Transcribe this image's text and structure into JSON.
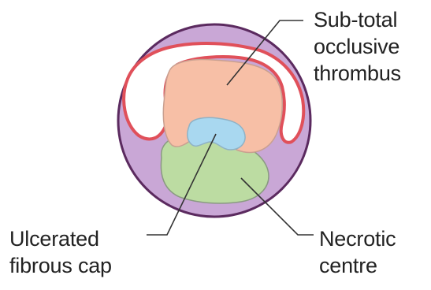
{
  "labels": {
    "thrombus": [
      "Sub-total",
      "occlusive",
      "thrombus"
    ],
    "cap": [
      "Ulcerated",
      "fibrous cap"
    ],
    "necrotic": [
      "Necrotic",
      "centre"
    ]
  },
  "colors": {
    "vessel_wall": "#c9a7d6",
    "vessel_outline": "#5b2a5f",
    "lumen_outline": "#e0505a",
    "lumen": "#ffffff",
    "thrombus": "#f7bfa6",
    "fibrous_cap": "#a9d8f0",
    "necrotic_core": "#bcdca2",
    "leader_line": "#333333",
    "text": "#222222"
  }
}
